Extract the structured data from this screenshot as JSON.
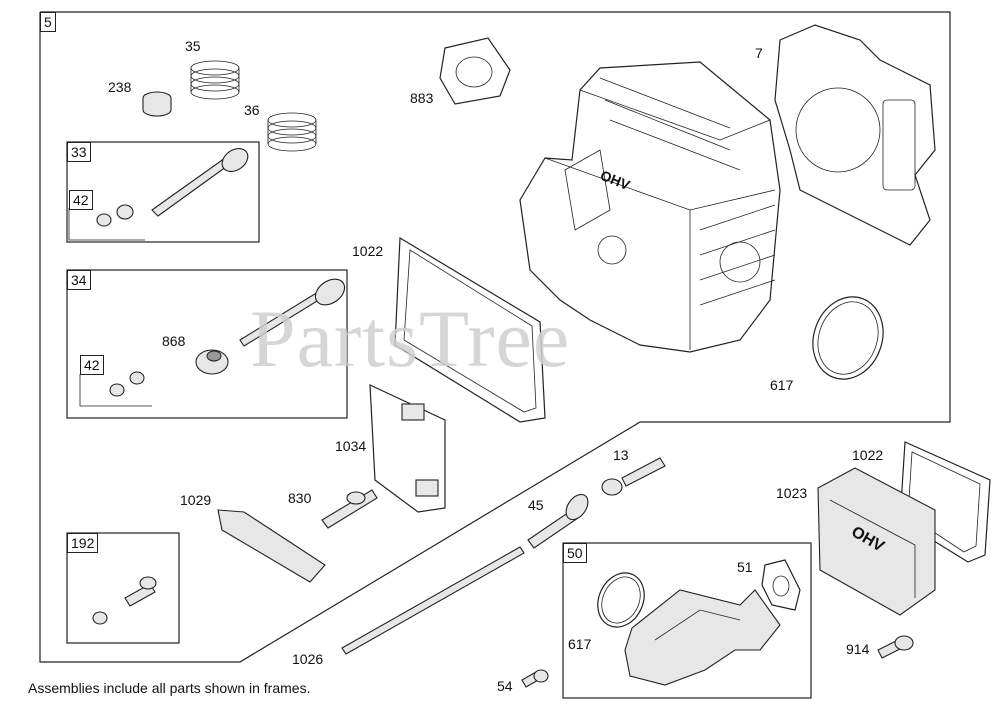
{
  "watermark": "PartsTree",
  "note": "Assemblies include all parts shown in frames.",
  "frames": {
    "main": "5",
    "f33": "33",
    "f42a": "42",
    "f34": "34",
    "f42b": "42",
    "f192": "192",
    "f50": "50"
  },
  "labels": {
    "p35": "35",
    "p238": "238",
    "p36": "36",
    "p883": "883",
    "p7": "7",
    "p1022a": "1022",
    "p868": "868",
    "p617a": "617",
    "p1034": "1034",
    "p13": "13",
    "p1022b": "1022",
    "p1029": "1029",
    "p830": "830",
    "p45": "45",
    "p1023": "1023",
    "p51": "51",
    "p617b": "617",
    "p1026": "1026",
    "p914": "914",
    "p54": "54"
  },
  "casting_text": {
    "head": "OHV",
    "cover": "OHV"
  }
}
